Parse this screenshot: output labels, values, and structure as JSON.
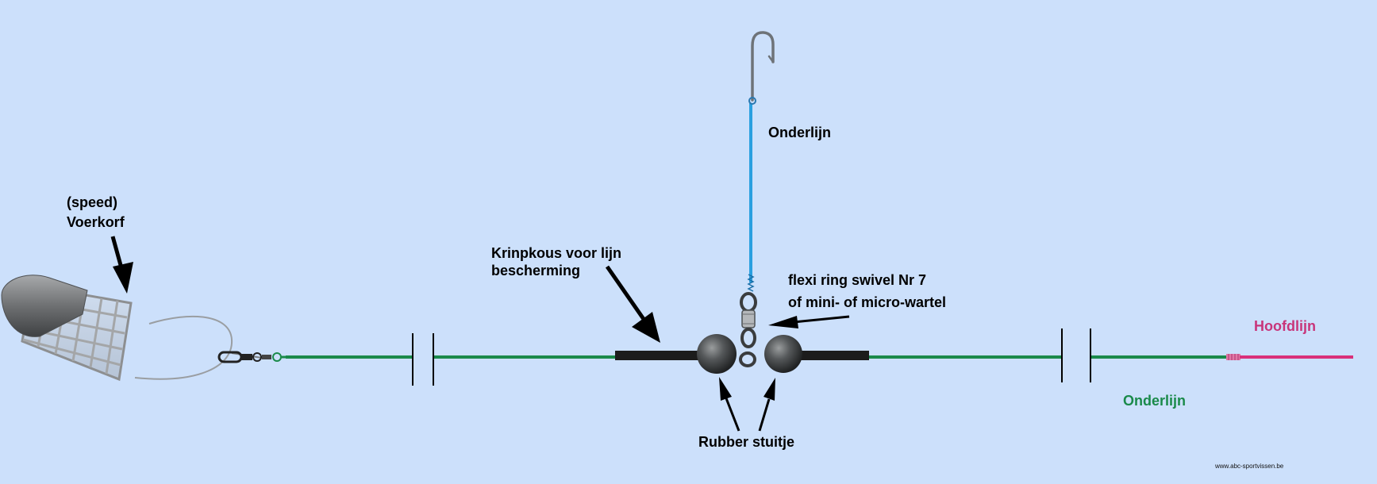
{
  "labels": {
    "speed": "(speed)",
    "voerkorf": "Voerkorf",
    "krimpkous_1": "Krinpkous voor lijn",
    "krimpkous_2": "bescherming",
    "onderlijn_top": "Onderlijn",
    "swivel_1": "flexi ring swivel Nr 7",
    "swivel_2": "of mini- of micro-wartel",
    "hoofdlijn": "Hoofdlijn",
    "onderlijn_bottom": "Onderlijn",
    "rubber": "Rubber stuitje",
    "website": "www.abc-sportvissen.be"
  },
  "colors": {
    "background": "#cce0fb",
    "onderlijn_green": "#1a8a4a",
    "hoofdlijn_pink": "#d9307a",
    "hooklink_blue": "#2aa0e0",
    "tube_black": "#1c1c1c",
    "bead_grey": "#55585a"
  }
}
